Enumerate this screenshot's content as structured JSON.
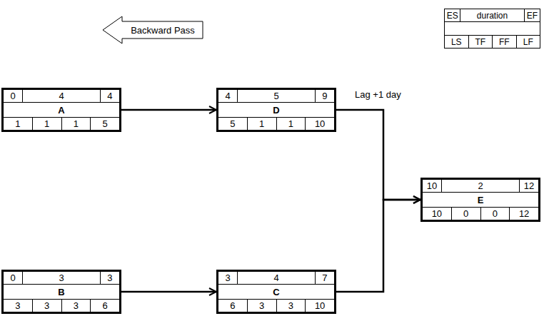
{
  "diagram": {
    "nodes": [
      {
        "text": [
          "Backward Pass"
        ]
      },
      {
        "text": [
          "ES",
          "duration",
          "EF",
          "LS",
          "TF",
          "FF",
          "LF"
        ]
      },
      {
        "text": [
          "0",
          "4",
          "4",
          "A",
          "1",
          "1",
          "1",
          "5"
        ]
      },
      {
        "text": [
          "4",
          "5",
          "9",
          "D",
          "5",
          "1",
          "1",
          "10"
        ]
      },
      {
        "text": [
          "10",
          "2",
          "12",
          "E",
          "10",
          "0",
          "0",
          "12"
        ]
      },
      {
        "text": [
          "0",
          "3",
          "3",
          "B",
          "3",
          "3",
          "3",
          "6"
        ]
      },
      {
        "text": [
          "3",
          "4",
          "7",
          "C",
          "6",
          "3",
          "3",
          "10"
        ]
      }
    ],
    "edges": [
      {
        "from": 2,
        "to": 3,
        "arrow": "to"
      },
      {
        "from": 3,
        "to": 4,
        "arrow": "to",
        "label": "Lag +1 day"
      },
      {
        "from": 5,
        "to": 6,
        "arrow": "to"
      },
      {
        "from": 6,
        "to": 4,
        "arrow": "to"
      }
    ]
  }
}
